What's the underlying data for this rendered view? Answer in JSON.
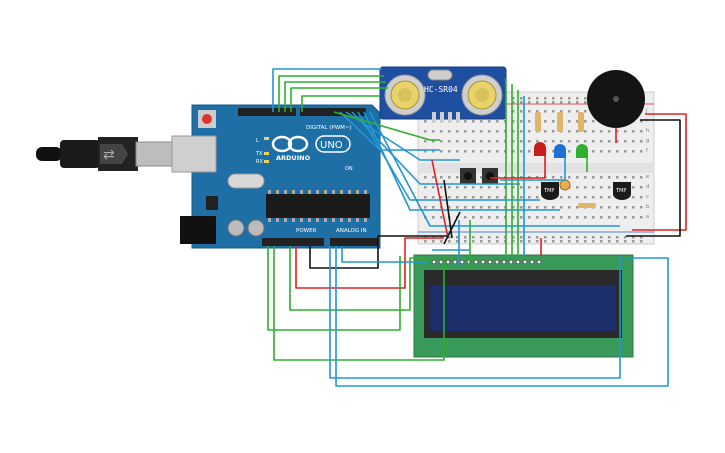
{
  "arduino": {
    "logo_text": "ARDUINO",
    "uno_text": "UNO",
    "digital_label": "DIGITAL (PWM~)",
    "power_label": "POWER",
    "analog_label": "ANALOG IN",
    "led_l": "L",
    "led_tx": "TX",
    "led_rx": "RX",
    "on_label": "ON"
  },
  "sensor": {
    "model": "HC-SR04"
  },
  "breadboard": {
    "row_labels_top": [
      "j",
      "i",
      "h",
      "g",
      "f"
    ],
    "row_labels_bottom": [
      "e",
      "d",
      "c",
      "b",
      "a"
    ]
  },
  "temp_sensors": [
    "TMP",
    "TMP"
  ],
  "lcd": {
    "pin_count": 16
  },
  "colors": {
    "board_blue": "#1e6fa6",
    "breadboard": "#eeeeee",
    "wire_green": "#2eaf2e",
    "wire_blue": "#2196d3",
    "wire_red": "#e02020",
    "wire_black": "#222222",
    "lcd_pcb": "#3a9a5a",
    "lcd_screen": "#1c2f6b"
  }
}
